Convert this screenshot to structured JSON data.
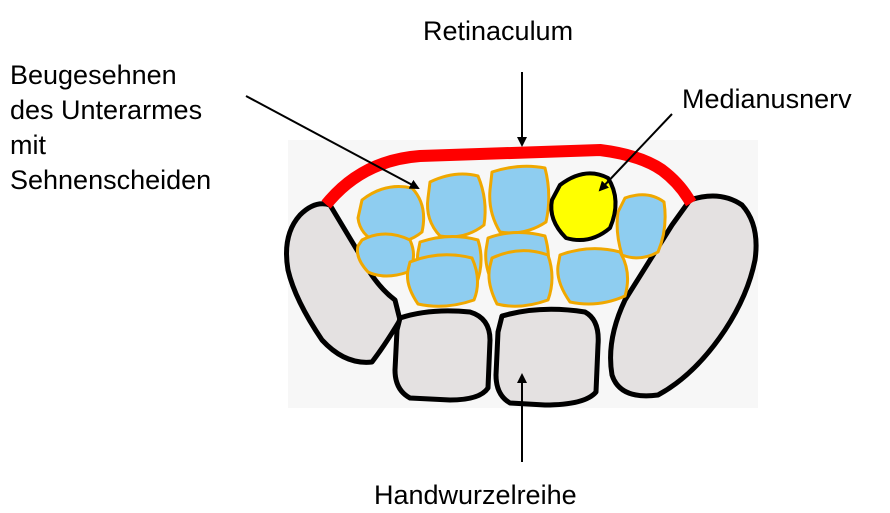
{
  "labels": {
    "retinaculum": "Retinaculum",
    "median_nerve": "Medianusnerv",
    "flexor_tendons": [
      "Beugesehnen",
      "des Unterarmes",
      "mit",
      "Sehnenscheiden"
    ],
    "carpal_row": "Handwurzelreihe"
  },
  "colors": {
    "retinaculum": "#ff0000",
    "tendon_fill": "#8ecdf0",
    "tendon_outline": "#f0a800",
    "nerve_fill": "#ffff00",
    "bone_fill": "#e4e1e1",
    "outline": "#000000"
  }
}
